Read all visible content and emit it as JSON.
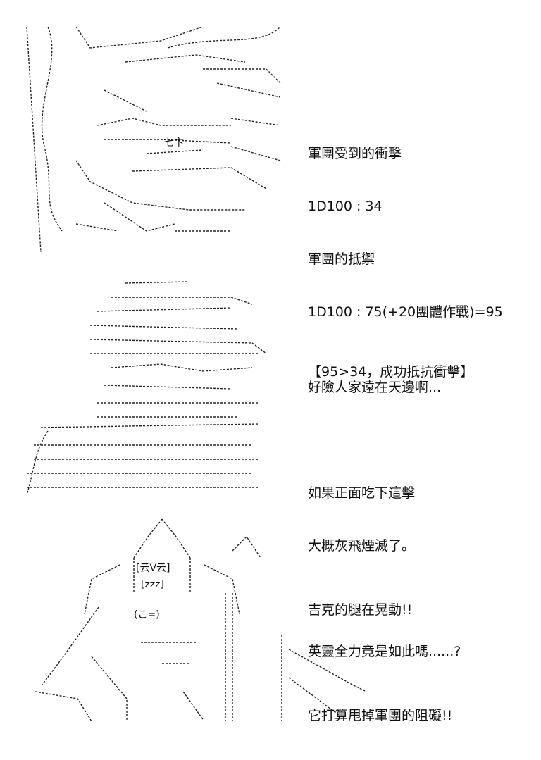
{
  "panel1": {
    "lines": [
      "軍團受到的衝擊",
      "1D100 : 34",
      "軍團的抵禦",
      "1D100 : 75(+20團體作戰)=95"
    ],
    "result": "【95>34，成功抵抗衝擊】",
    "art_labels": [
      "七卞"
    ]
  },
  "panel2": {
    "line1": "好險人家遠在天邊啊...",
    "line2": "如果正面吃下這擊",
    "line3": "大概灰飛煙滅了。",
    "line4": "英靈全力竟是如此嗎......?"
  },
  "panel3": {
    "line1": "吉克的腿在晃動!!",
    "line2": "它打算甩掉軍團的阻礙!!",
    "art_labels": [
      "[云V云]",
      "[zzz]",
      "(こ=)"
    ]
  }
}
